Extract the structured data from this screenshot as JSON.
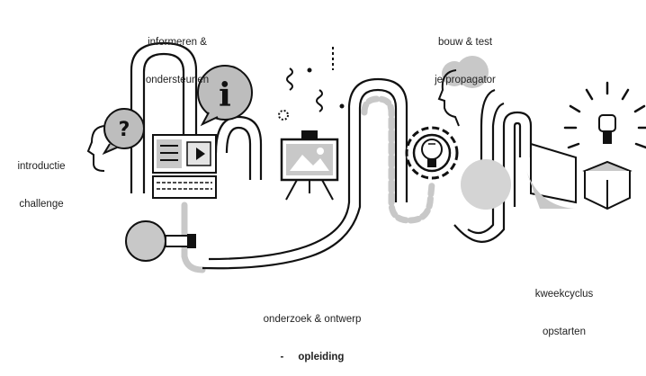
{
  "labels": {
    "inform_line1": "informeren &",
    "inform_line2": "ondersteunen",
    "build_line1": "bouw & test",
    "build_line2": "je propagator",
    "intro_line1": "introductie",
    "intro_line2": "challenge",
    "research_line1": "onderzoek & ontwerp",
    "research_line2": "-     opleiding",
    "grow_line1": "kweekcyclus",
    "grow_line2": "opstarten"
  },
  "icons": {
    "question": "?",
    "info": "i"
  },
  "colors": {
    "ink": "#111111",
    "gray": "#c8c8c8",
    "dark_gray": "#9a9a9a"
  }
}
